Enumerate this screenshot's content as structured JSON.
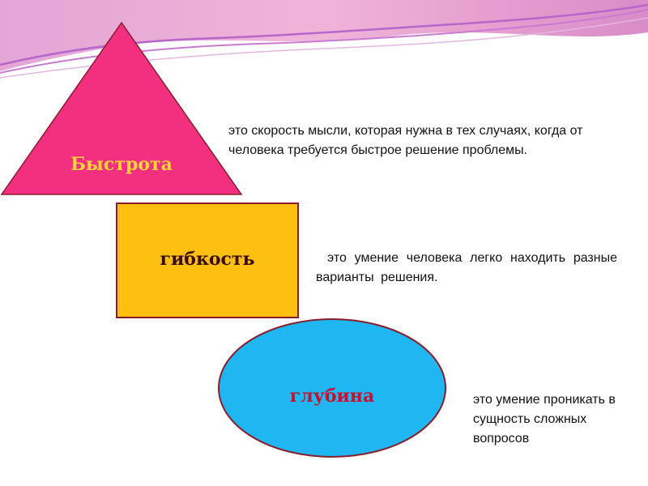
{
  "concepts": [
    {
      "label": "Быстрота",
      "description": "это скорость мысли, которая нужна в тех случаях, когда от человека требуется быстрое решение проблемы.",
      "shape": "triangle",
      "fill": "#f2307f",
      "label_color": "#ffd33a"
    },
    {
      "label": "гибкость",
      "description": "это умение человека легко находить разные варианты решения.",
      "shape": "rectangle",
      "fill": "#fdbf10",
      "label_color": "#3a0d0d"
    },
    {
      "label": "глубина",
      "description": "это умение проникать в сущность сложных вопросов",
      "shape": "ellipse",
      "fill": "#1fb6f1",
      "label_color": "#c8102e"
    }
  ],
  "colors": {
    "wave_pink": "#e98bc4",
    "wave_purple": "#b766c9",
    "shape_stroke": "#8a1d2b"
  }
}
